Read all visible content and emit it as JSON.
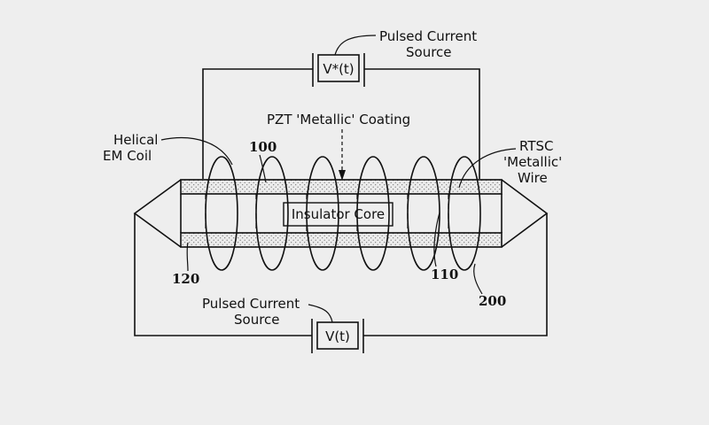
{
  "diagram": {
    "top_source": {
      "symbol": "V*(t)",
      "label_line1": "Pulsed Current",
      "label_line2": "Source"
    },
    "bottom_source": {
      "symbol": "V(t)",
      "label_line1": "Pulsed Current",
      "label_line2": "Source"
    },
    "coating_label": "PZT 'Metallic' Coating",
    "coil_label_line1": "Helical",
    "coil_label_line2": "EM Coil",
    "wire_label_line1": "RTSC",
    "wire_label_line2": "'Metallic'",
    "wire_label_line3": "Wire",
    "core_label": "Insulator Core",
    "refs": {
      "r100": "100",
      "r110": "110",
      "r120": "120",
      "r200": "200"
    }
  },
  "colors": {
    "line": "#111111",
    "background": "#eeeeee",
    "coating_fill": "#e2e2e2"
  }
}
